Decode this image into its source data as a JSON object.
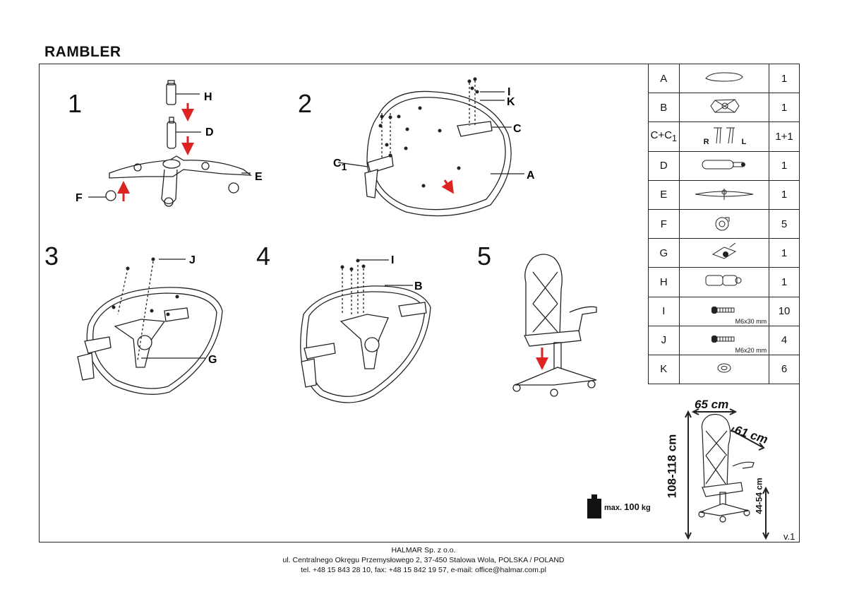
{
  "title": "RAMBLER",
  "steps": [
    "1",
    "2",
    "3",
    "4",
    "5"
  ],
  "labels": {
    "H": "H",
    "D": "D",
    "E": "E",
    "F": "F",
    "I": "I",
    "K": "K",
    "C": "C",
    "C1": "C",
    "C1_sub": "1",
    "A": "A",
    "J": "J",
    "G": "G",
    "B": "B",
    "I2": "I"
  },
  "parts": [
    {
      "id": "A",
      "qty": "1",
      "icon": "seat-icon"
    },
    {
      "id": "B",
      "qty": "1",
      "icon": "backrest-icon"
    },
    {
      "id": "C+C1",
      "id_main": "C+C",
      "id_sub": "1",
      "qty": "1+1",
      "icon": "armrests-icon",
      "r": "R",
      "l": "L"
    },
    {
      "id": "D",
      "qty": "1",
      "icon": "gas-lift-icon"
    },
    {
      "id": "E",
      "qty": "1",
      "icon": "base-icon"
    },
    {
      "id": "F",
      "qty": "5",
      "icon": "caster-icon"
    },
    {
      "id": "G",
      "qty": "1",
      "icon": "mechanism-icon"
    },
    {
      "id": "H",
      "qty": "1",
      "icon": "cover-icon"
    },
    {
      "id": "I",
      "qty": "10",
      "icon": "bolt-icon",
      "note": "M6x30 mm"
    },
    {
      "id": "J",
      "qty": "4",
      "icon": "bolt-icon",
      "note": "M6x20 mm"
    },
    {
      "id": "K",
      "qty": "6",
      "icon": "washer-icon"
    }
  ],
  "dimensions": {
    "width": "65 cm",
    "depth": "61 cm",
    "height": "108-118 cm",
    "seat_height": "44-54 cm"
  },
  "max_load": {
    "prefix": "max.",
    "value": "100",
    "unit": "kg"
  },
  "version": "v.1",
  "footer": [
    "HALMAR Sp. z o.o.",
    "ul. Centralnego Okręgu Przemysłowego 2, 37-450 Stalowa Wola, POLSKA / POLAND",
    "tel. +48 15 843 28 10, fax: +48 15 842 19 57, e-mail: office@halmar.com.pl"
  ]
}
